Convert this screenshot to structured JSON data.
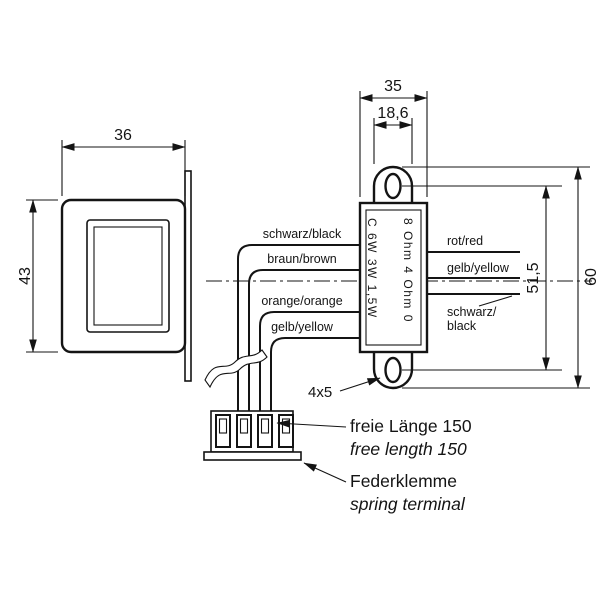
{
  "dims": {
    "front_width": "36",
    "front_height": "43",
    "body_width": "35",
    "flange_width": "18,6",
    "total_height": "60",
    "hole_pitch": "51,5",
    "slot_size": "4x5"
  },
  "transformer_marking": {
    "power_column": "C   6W  3W  1,5W",
    "impedance_column": "8 Ohm   4 Ohm   0"
  },
  "left_wires": [
    "schwarz/black",
    "braun/brown",
    "orange/orange",
    "gelb/yellow"
  ],
  "right_wires": [
    "rot/red",
    "gelb/yellow",
    "schwarz/",
    "black"
  ],
  "notes": {
    "free_length_de": "freie Länge 150",
    "free_length_en": "free length 150",
    "terminal_de": "Federklemme",
    "terminal_en": "spring terminal"
  }
}
